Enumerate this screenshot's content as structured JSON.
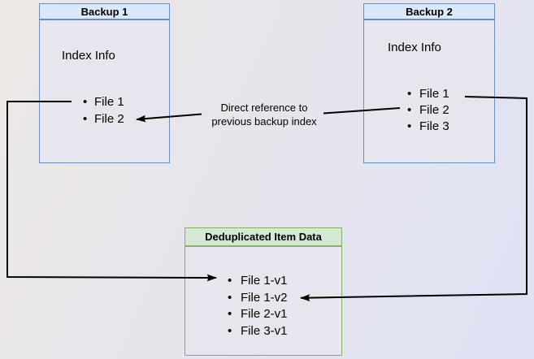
{
  "diagram": {
    "backup1": {
      "title": "Backup 1",
      "subtitle": "Index Info",
      "files": [
        "File 1",
        "File 2"
      ]
    },
    "backup2": {
      "title": "Backup 2",
      "subtitle": "Index Info",
      "files": [
        "File 1",
        "File 2",
        "File 3"
      ]
    },
    "dedup": {
      "title": "Deduplicated Item Data",
      "files": [
        "File 1-v1",
        "File 1-v2",
        "File 2-v1",
        "File 3-v1"
      ]
    },
    "reference_label": {
      "line1": "Direct reference to",
      "line2": "previous backup index"
    }
  },
  "colors": {
    "blue_header_fill": "#dae8fc",
    "blue_border": "#6c8ebf",
    "green_header_fill": "#d5e8d4",
    "green_border": "#82b366",
    "connector": "#000000",
    "box_body_fill": "#e7e6ee"
  }
}
